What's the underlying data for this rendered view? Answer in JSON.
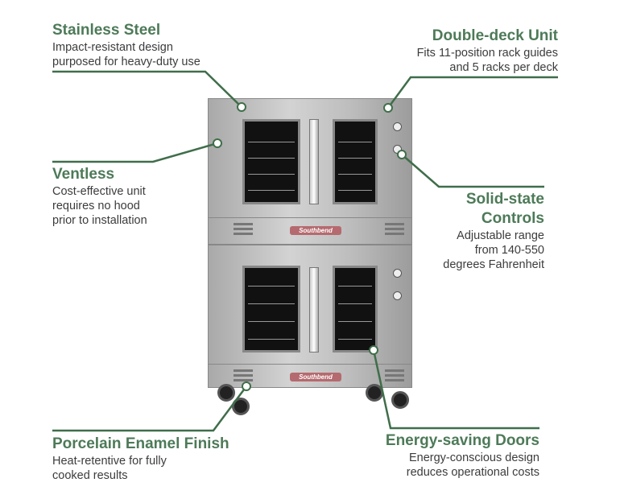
{
  "callouts": {
    "stainless_steel": {
      "title": "Stainless Steel",
      "lines": [
        "Impact-resistant design",
        "purposed for heavy-duty use"
      ]
    },
    "ventless": {
      "title": "Ventless",
      "lines": [
        "Cost-effective unit",
        "requires no hood",
        "prior to installation"
      ]
    },
    "porcelain": {
      "title": "Porcelain Enamel Finish",
      "lines": [
        "Heat-retentive for fully",
        "cooked results"
      ]
    },
    "double_deck": {
      "title": "Double-deck Unit",
      "lines": [
        "Fits 11-position rack guides",
        "and 5 racks per deck"
      ]
    },
    "solid_state": {
      "title_lines": [
        "Solid-state",
        "Controls"
      ],
      "lines": [
        "Adjustable range",
        "from 140-550",
        "degrees Fahrenheit"
      ]
    },
    "energy_saving": {
      "title": "Energy-saving Doors",
      "lines": [
        "Energy-conscious design",
        "reduces operational costs"
      ]
    }
  },
  "oven": {
    "logo_text": "Southbend"
  },
  "colors": {
    "accent": "#4d7a58",
    "line": "#3f6e4a",
    "text": "#3c3c3c"
  }
}
